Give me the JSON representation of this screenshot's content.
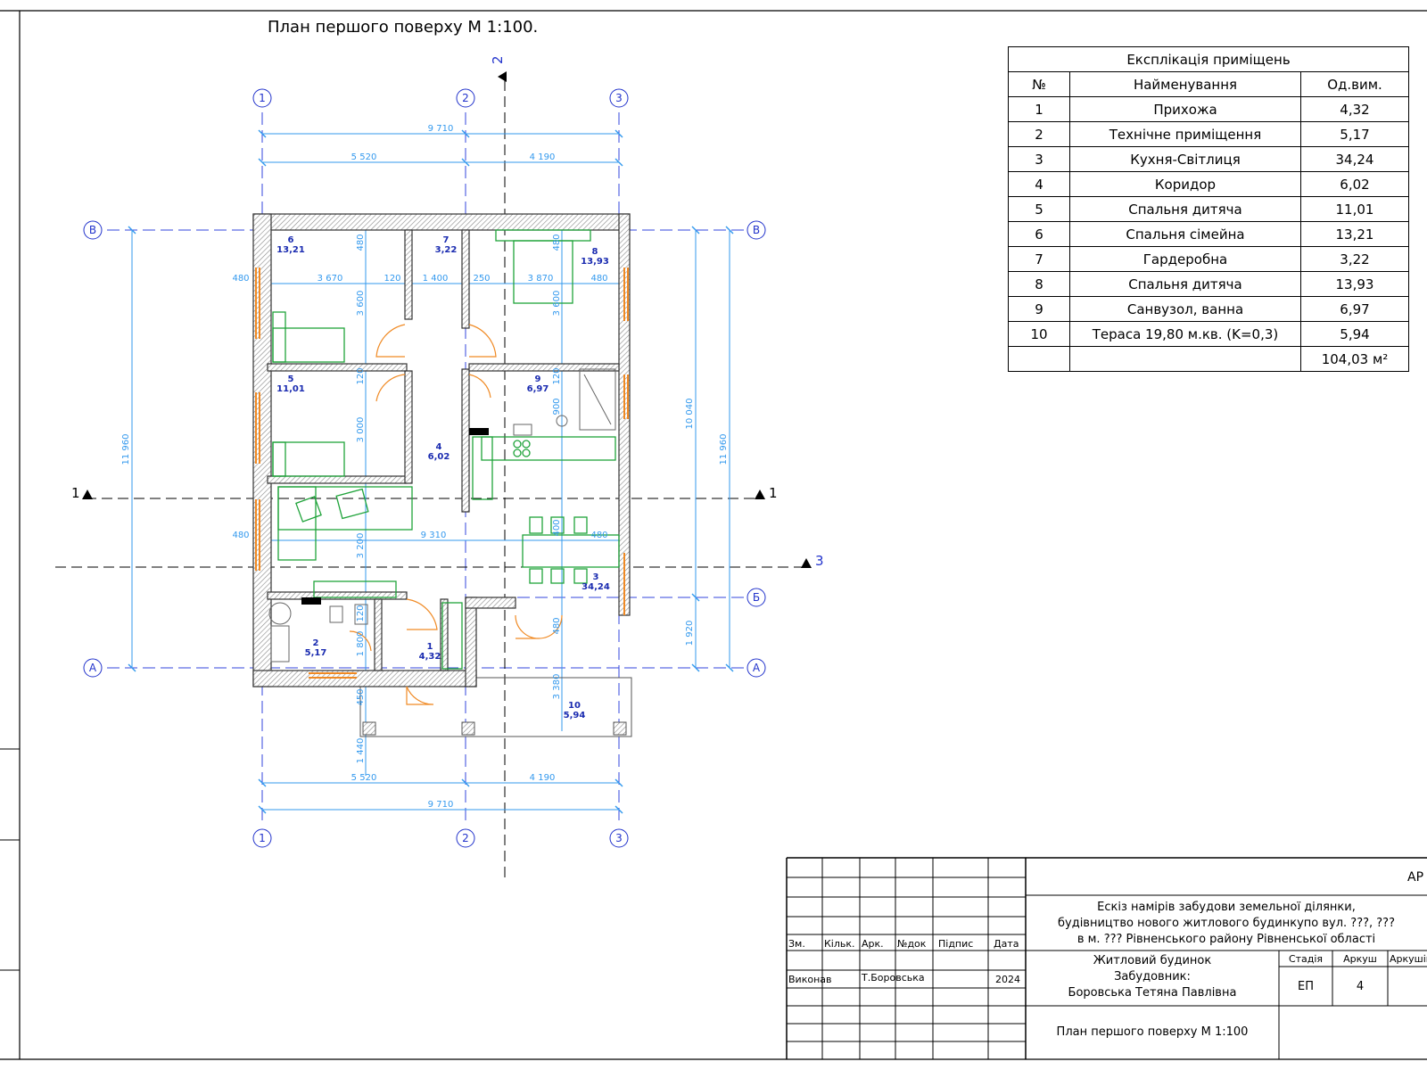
{
  "plan_title": "План першого поверху  М 1:100.",
  "grid_axes": {
    "vertical": [
      "1",
      "2",
      "3"
    ],
    "horizontal": [
      "В",
      "Б",
      "А"
    ]
  },
  "section_marks": {
    "s1": "1",
    "s2": "2",
    "s3": "3"
  },
  "dimensions": {
    "total_width": "9 710",
    "left_span": "5 520",
    "right_span": "4 190",
    "total_height": "11 960",
    "height_inner": "10 040",
    "height_lower": "1 920",
    "height_terrace": "3 380",
    "wall_480": "480",
    "d_3670": "3 670",
    "d_120": "120",
    "d_1400": "1 400",
    "d_250": "250",
    "d_3870": "3 870",
    "d_3600": "3 600",
    "d_3000": "3 000",
    "d_9310": "9 310",
    "d_3200": "3 200",
    "d_1800": "1 800",
    "d_1440": "1 440",
    "d_450": "450",
    "d_400": "400",
    "d_900": "900"
  },
  "rooms": [
    {
      "num": "1",
      "area": "4,32"
    },
    {
      "num": "2",
      "area": "5,17"
    },
    {
      "num": "3",
      "area": "34,24"
    },
    {
      "num": "4",
      "area": "6,02"
    },
    {
      "num": "5",
      "area": "11,01"
    },
    {
      "num": "6",
      "area": "13,21"
    },
    {
      "num": "7",
      "area": "3,22"
    },
    {
      "num": "8",
      "area": "13,93"
    },
    {
      "num": "9",
      "area": "6,97"
    },
    {
      "num": "10",
      "area": "5,94"
    }
  ],
  "explication": {
    "title": "Експлікація приміщень",
    "headers": [
      "№",
      "Найменування",
      "Од.вим."
    ],
    "rows": [
      [
        "1",
        "Прихожа",
        "4,32"
      ],
      [
        "2",
        "Технічне приміщення",
        "5,17"
      ],
      [
        "3",
        "Кухня-Світлиця",
        "34,24"
      ],
      [
        "4",
        "Коридор",
        "6,02"
      ],
      [
        "5",
        "Спальня дитяча",
        "11,01"
      ],
      [
        "6",
        "Спальня сімейна",
        "13,21"
      ],
      [
        "7",
        "Гардеробна",
        "3,22"
      ],
      [
        "8",
        "Спальня дитяча",
        "13,93"
      ],
      [
        "9",
        "Санвузол, ванна",
        "6,97"
      ],
      [
        "10",
        "Тераса 19,80 м.кв. (K=0,3)",
        "5,94"
      ]
    ],
    "total": "104,03 м²"
  },
  "title_block": {
    "corner": "АР",
    "project_line1": "Ескіз намірів забудови земельної ділянки,",
    "project_line2": "будівництво нового житлового будинкупо вул. ???,  ???",
    "project_line3": "в м. ??? Рівненського району Рівненської області",
    "building_line1": "Житловий будинок",
    "building_line2": "Забудовник:",
    "building_line3": "Боровська Тетяна Павлівна",
    "sheet_title": "План першого поверху М 1:100",
    "headers": [
      "Зм.",
      "Кільк.",
      "Арк.",
      "№док",
      "Підпис",
      "Дата"
    ],
    "role": "Виконав",
    "name": "Т.Боровська",
    "year": "2024",
    "stage_label": "Стадія",
    "sheet_label": "Аркуш",
    "sheets_label": "Аркушів",
    "stage": "ЕП",
    "sheet": "4"
  },
  "colors": {
    "wall": "#555555",
    "dimension": "#3399ee",
    "axis": "#2233cc",
    "door": "#f08a24",
    "furniture": "#1fa33a",
    "room_label": "#1a2bb0"
  }
}
